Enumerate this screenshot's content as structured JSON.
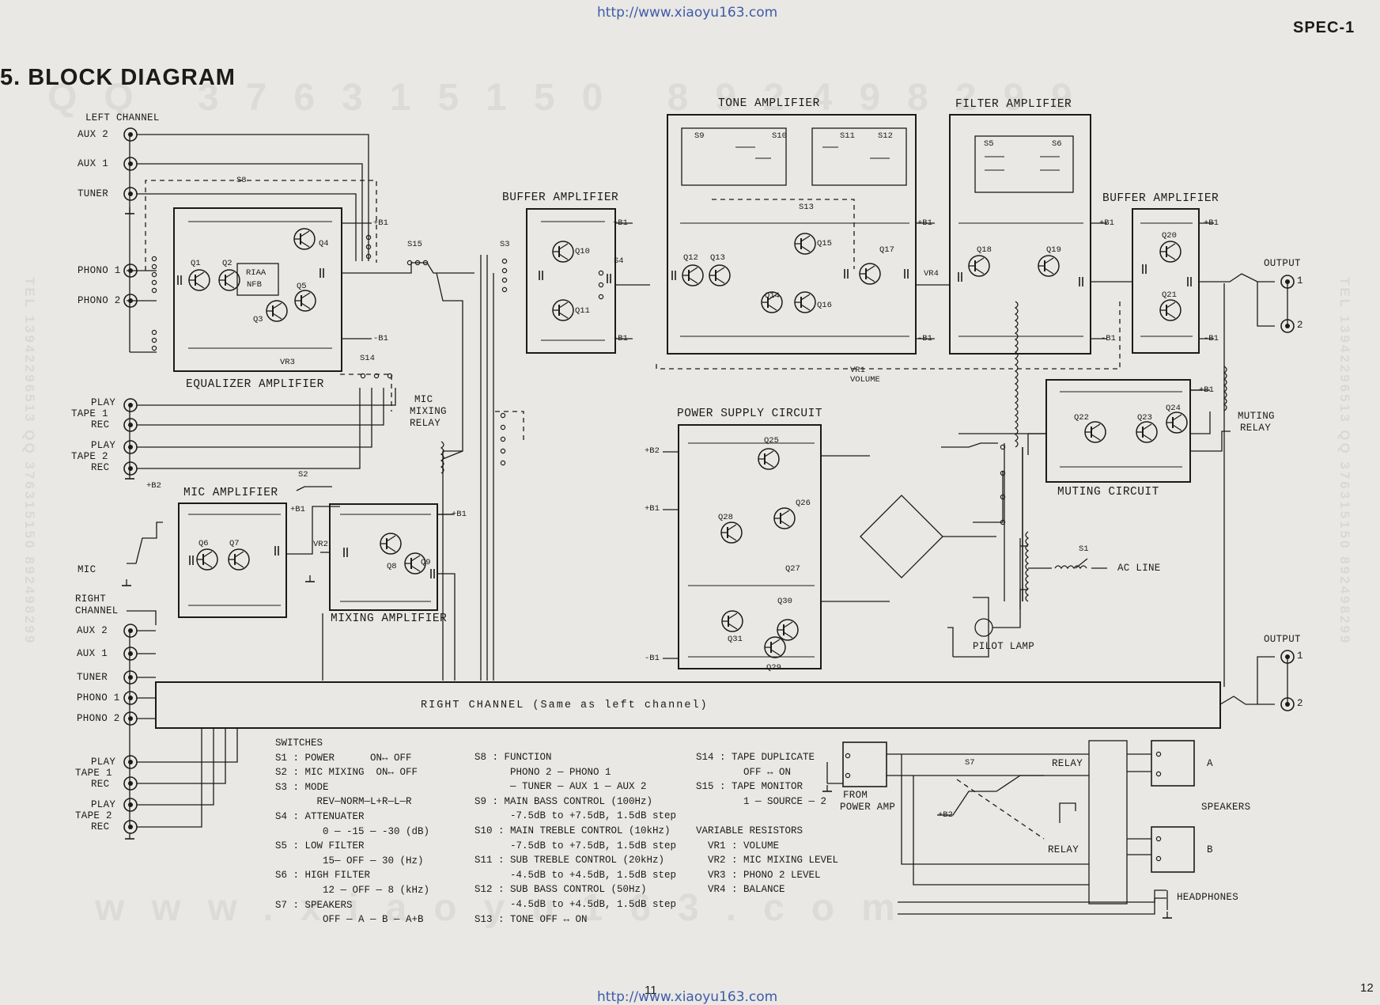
{
  "header": {
    "url_top": "http://www.xiaoyu163.com",
    "url_bottom": "http://www.xiaoyu163.com",
    "spec": "SPEC-1",
    "title": "5. BLOCK DIAGRAM",
    "page_left": "11",
    "page_right": "12"
  },
  "watermark": {
    "phone_row": "QQ 376315150 892498299",
    "web": "www.xiaoyu163.com",
    "side": "TEL 13942296513 QQ 376315150 892498299"
  },
  "blocks": {
    "equalizer": "EQUALIZER AMPLIFIER",
    "riaa_1": "RIAA",
    "riaa_2": "NFB",
    "buffer_left": "BUFFER AMPLIFIER",
    "tone": "TONE AMPLIFIER",
    "filter": "FILTER AMPLIFIER",
    "buffer_right": "BUFFER AMPLIFIER",
    "power_supply": "POWER SUPPLY CIRCUIT",
    "muting_circuit": "MUTING CIRCUIT",
    "muting_relay_1": "MUTING",
    "muting_relay_2": "RELAY",
    "mic_amplifier": "MIC AMPLIFIER",
    "mixing_amplifier": "MIXING AMPLIFIER",
    "mic_mixing_1": "MIC",
    "mic_mixing_2": "MIXING",
    "mic_mixing_3": "RELAY",
    "right_channel": "RIGHT CHANNEL (Same as left channel)"
  },
  "inputs": {
    "left_channel": "LEFT CHANNEL",
    "aux2": "AUX 2",
    "aux1": "AUX 1",
    "tuner": "TUNER",
    "phono1": "PHONO 1",
    "phono2": "PHONO 2",
    "play": "PLAY",
    "tape1": "TAPE 1",
    "tape2": "TAPE 2",
    "rec": "REC",
    "mic": "MIC",
    "right_1": "RIGHT",
    "right_2": "CHANNEL",
    "r_aux2": "AUX 2",
    "r_aux1": "AUX 1",
    "r_tuner": "TUNER",
    "r_phono1": "PHONO 1",
    "r_phono2": "PHONO 2"
  },
  "outputs": {
    "output": "OUTPUT",
    "one": "1",
    "two": "2",
    "ac_line": "AC LINE",
    "pilot_lamp": "PILOT LAMP",
    "headphones": "HEADPHONES",
    "speakers": "SPEAKERS",
    "relay": "RELAY",
    "from_1": "FROM",
    "from_2": "POWER AMP",
    "spk_a": "A",
    "spk_b": "B"
  },
  "parts": {
    "s8": "S8",
    "s15": "S15",
    "s3": "S3",
    "s4": "S4",
    "s14": "S14",
    "s2": "S2",
    "s9": "S9",
    "s10": "S10",
    "s11": "S11",
    "s12": "S12",
    "s13": "S13",
    "s5": "S5",
    "s6": "S6",
    "s7": "S7",
    "s1": "S1",
    "vr1": "VR1",
    "vr1_name": "VOLUME",
    "vr2": "VR2",
    "vr3": "VR3",
    "vr4": "VR4",
    "b1p": "+B1",
    "b1m": "-B1",
    "b2p": "+B2",
    "b2m": "-B2",
    "q1": "Q1",
    "q2": "Q2",
    "q3": "Q3",
    "q4": "Q4",
    "q5": "Q5",
    "q6": "Q6",
    "q7": "Q7",
    "q8": "Q8",
    "q9": "Q9",
    "q10": "Q10",
    "q11": "Q11",
    "q12": "Q12",
    "q13": "Q13",
    "q14": "Q14",
    "q15": "Q15",
    "q16": "Q16",
    "q17": "Q17",
    "q18": "Q18",
    "q19": "Q19",
    "q20": "Q20",
    "q21": "Q21",
    "q22": "Q22",
    "q23": "Q23",
    "q24": "Q24",
    "q25": "Q25",
    "q26": "Q26",
    "q27": "Q27",
    "q28": "Q28",
    "q29": "Q29",
    "q30": "Q30",
    "q31": "Q31"
  },
  "legend": {
    "col1": "SWITCHES\nS1 : POWER      ON↔ OFF\nS2 : MIC MIXING  ON↔ OFF\nS3 : MODE\n       REV—NORM—L+R—L—R\nS4 : ATTENUATER\n        0 — -15 — -30 (dB)\nS5 : LOW FILTER\n        15— OFF — 30 (Hz)\nS6 : HIGH FILTER\n        12 — OFF — 8 (kHz)\nS7 : SPEAKERS\n        OFF — A — B — A+B",
    "col2": "S8 : FUNCTION\n      PHONO 2 — PHONO 1\n      — TUNER — AUX 1 — AUX 2\nS9 : MAIN BASS CONTROL (100Hz)\n      -7.5dB to +7.5dB, 1.5dB step\nS10 : MAIN TREBLE CONTROL (10kHz)\n      -7.5dB to +7.5dB, 1.5dB step\nS11 : SUB TREBLE CONTROL (20kHz)\n      -4.5dB to +4.5dB, 1.5dB step\nS12 : SUB BASS CONTROL (50Hz)\n      -4.5dB to +4.5dB, 1.5dB step\nS13 : TONE OFF ↔ ON",
    "col3": "S14 : TAPE DUPLICATE\n        OFF ↔ ON\nS15 : TAPE MONITOR\n        1 — SOURCE — 2\n\nVARIABLE RESISTORS\n  VR1 : VOLUME\n  VR2 : MIC MIXING LEVEL\n  VR3 : PHONO 2 LEVEL\n  VR4 : BALANCE"
  }
}
